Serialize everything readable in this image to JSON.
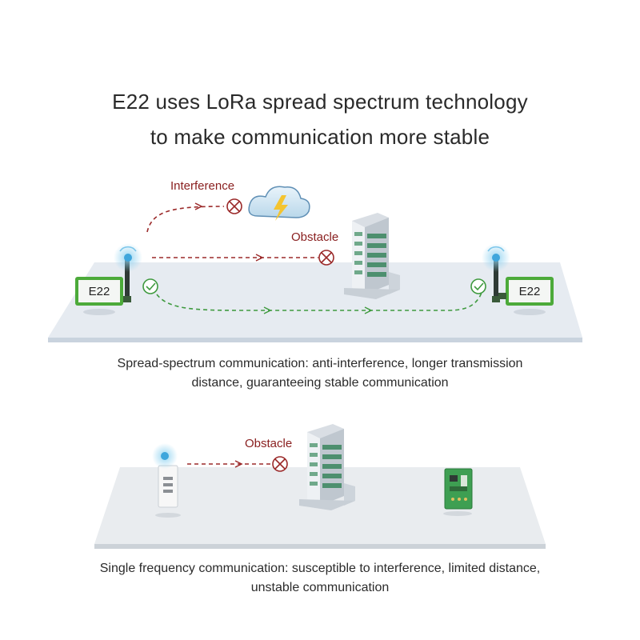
{
  "heading": {
    "line1": "E22 uses LoRa spread spectrum technology",
    "line2": "to make communication more stable"
  },
  "spread_scene": {
    "interference_label": "Interference",
    "obstacle_label": "Obstacle",
    "module_left_label": "E22",
    "module_right_label": "E22",
    "caption_line1": "Spread-spectrum communication: anti-interference, longer transmission",
    "caption_line2": "distance, guaranteeing stable communication"
  },
  "single_scene": {
    "obstacle_label": "Obstacle",
    "caption_line1": "Single frequency communication: susceptible to interference, limited distance,",
    "caption_line2": "unstable communication"
  },
  "colors": {
    "blocked_path": "#9b2a2a",
    "success_path": "#3f9a3f",
    "module_green": "#4caa3a",
    "platform": "#e6ebf1"
  },
  "icons": [
    "cloud-lightning-icon",
    "building-icon",
    "x-circle-icon",
    "check-circle-icon",
    "antenna-icon",
    "wifi-signal-icon",
    "remote-device-icon",
    "pcb-board-icon"
  ]
}
